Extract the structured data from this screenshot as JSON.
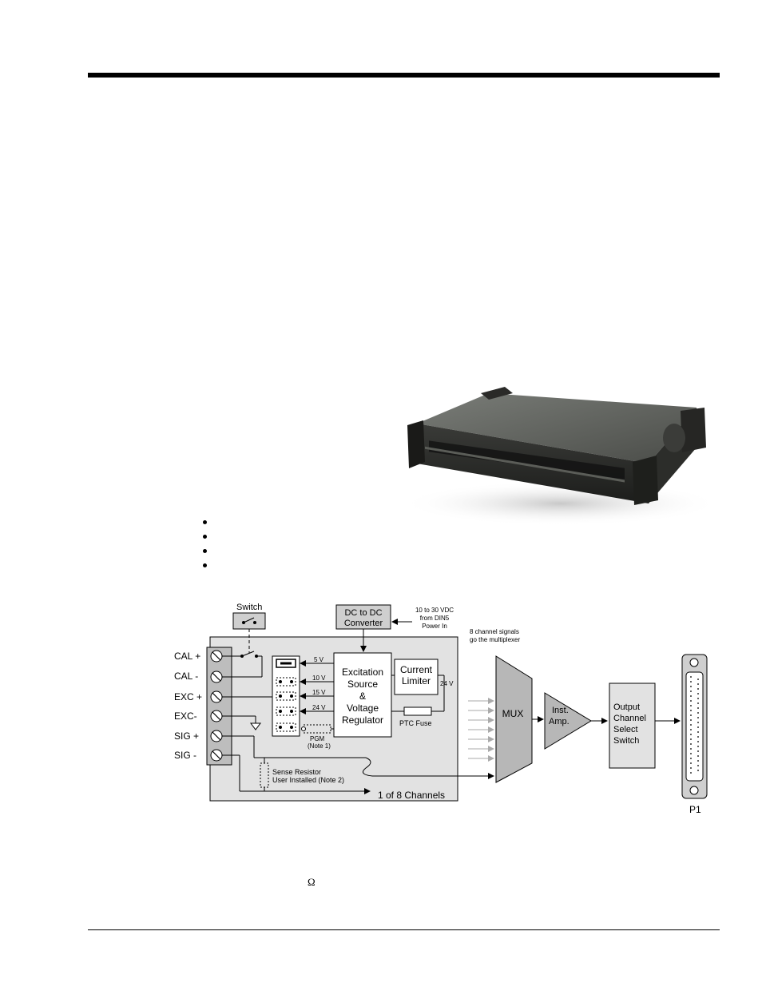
{
  "diagram": {
    "switch_label": "Switch",
    "dc_converter": [
      "DC to DC",
      "Converter"
    ],
    "power_note": [
      "10 to 30 VDC",
      "from DIN5",
      "Power In"
    ],
    "terminals": [
      "CAL +",
      "CAL -",
      "EXC +",
      "EXC-",
      "SIG +",
      "SIG -"
    ],
    "voltages": [
      "5 V",
      "10 V",
      "15 V",
      "24 V"
    ],
    "pgm": [
      "PGM",
      "(Note 1)"
    ],
    "excitation": [
      "Excitation",
      "Source",
      "&",
      "Voltage",
      "Regulator"
    ],
    "current_limiter": [
      "Current",
      "Limiter"
    ],
    "limiter_voltage": "24 V",
    "ptc_fuse": "PTC Fuse",
    "sense_resistor": [
      "Sense Resistor",
      "User Installed (Note 2)"
    ],
    "channels": "1 of 8 Channels",
    "mux_note": [
      "8 channel signals",
      "go the multiplexer"
    ],
    "mux": "MUX",
    "amp": [
      "Inst.",
      "Amp."
    ],
    "output": [
      "Output",
      "Channel",
      "Select",
      "Switch"
    ],
    "connector": "P1"
  },
  "bullet_count": 4,
  "omega_symbol": "Ω"
}
